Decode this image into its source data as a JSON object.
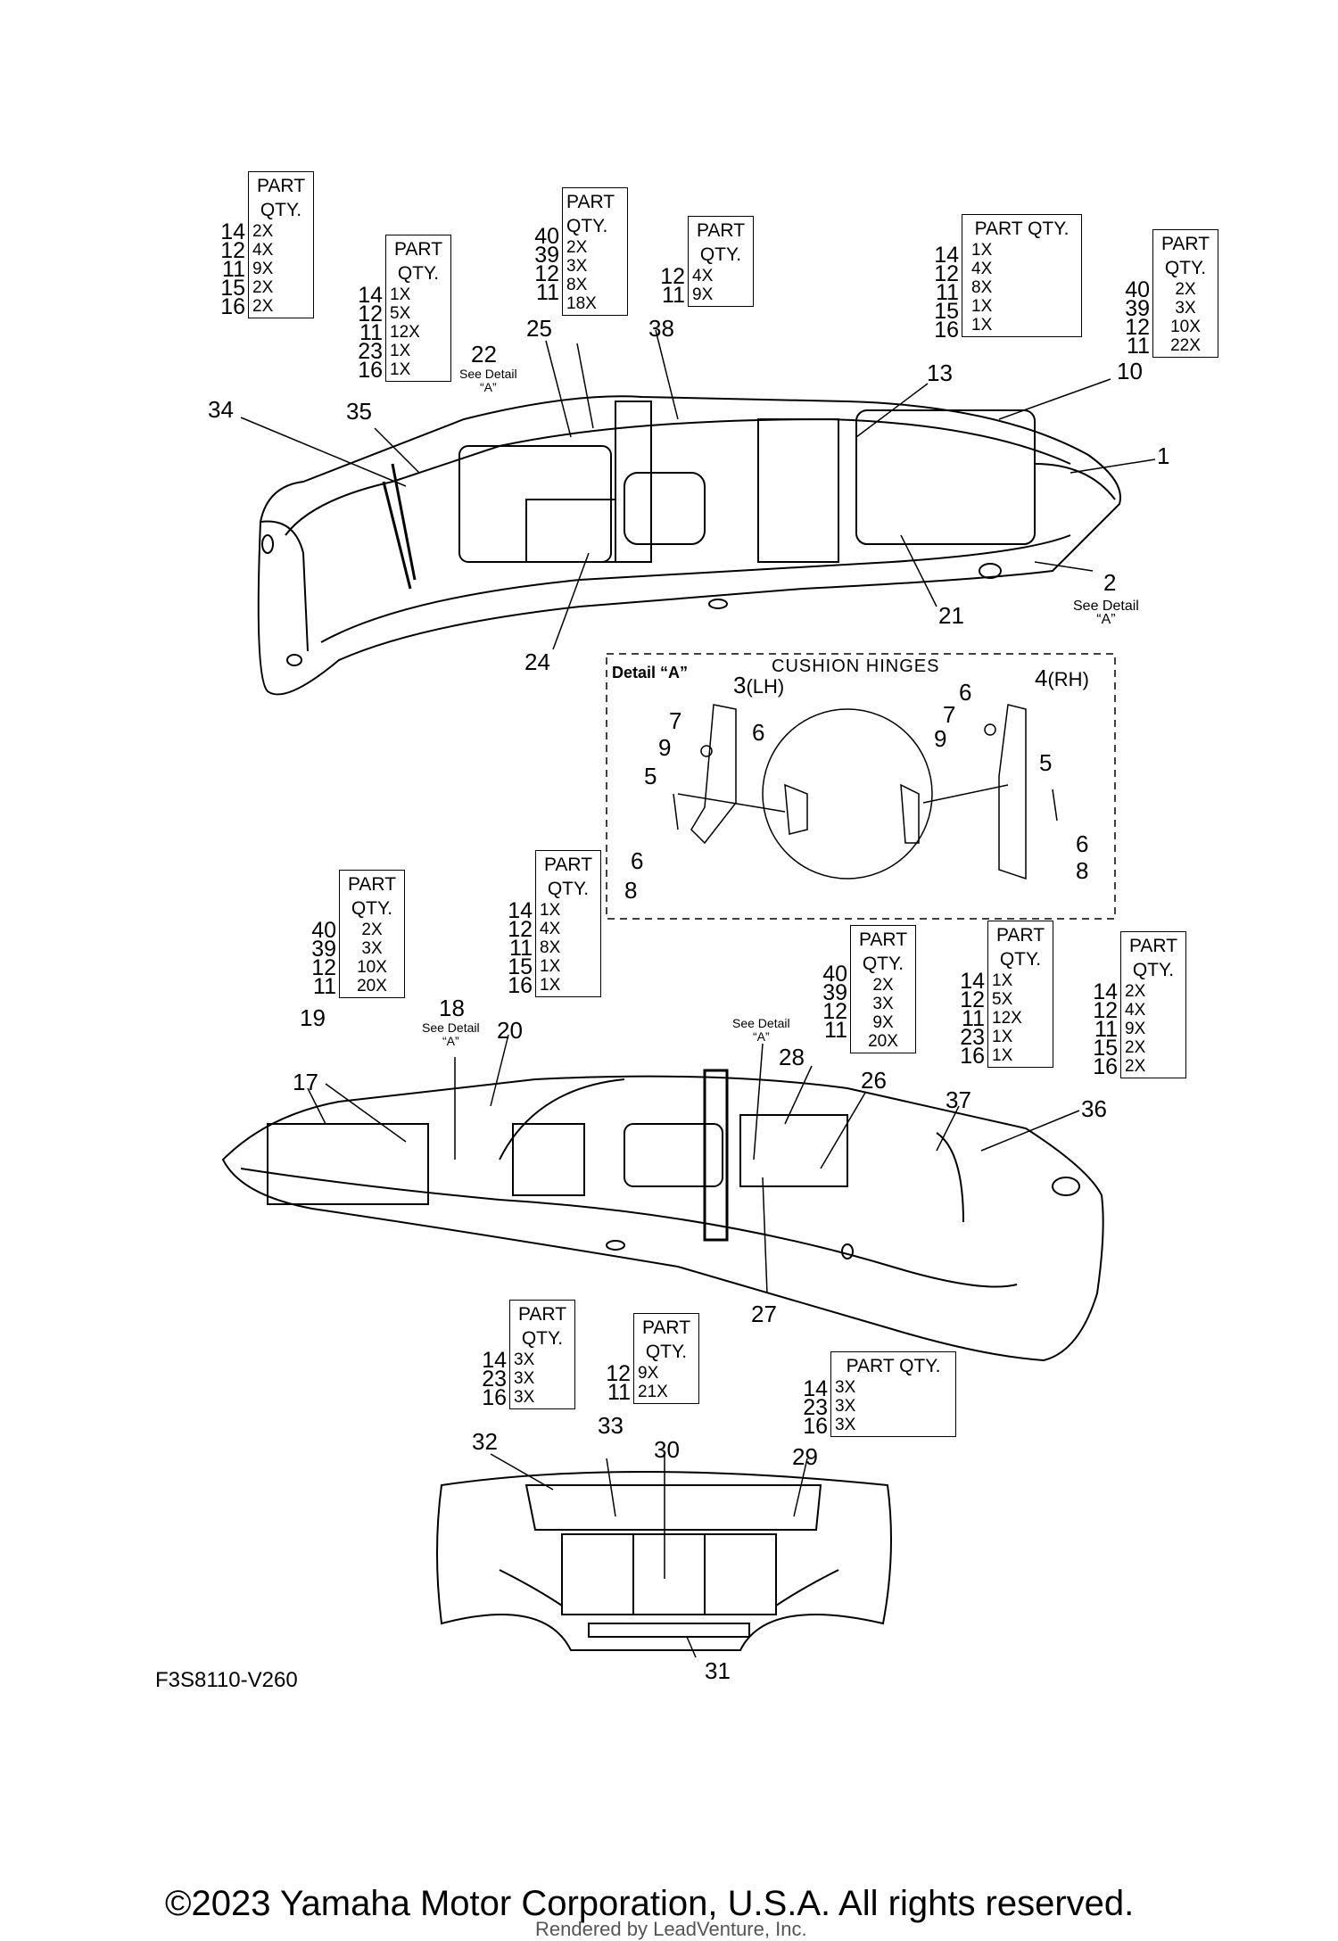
{
  "diagram_code": "F3S8110-V260",
  "copyright": "©2023 Yamaha Motor Corporation, U.S.A. All rights reserved.",
  "rendered_by": "Rendered by LeadVenture, Inc.",
  "detail_label": "Detail “A”",
  "cushion_hinges": "CUSHION HINGES",
  "see_detail": "See Detail",
  "see_detail_a": "“A”",
  "callouts": {
    "c1": "1",
    "c2": "2",
    "c3": "3",
    "c3s": "(LH)",
    "c4": "4",
    "c4s": "(RH)",
    "c5a": "5",
    "c5b": "5",
    "c6a": "6",
    "c6b": "6",
    "c6c": "6",
    "c6d": "6",
    "c7a": "7",
    "c7b": "7",
    "c8a": "8",
    "c8b": "8",
    "c9a": "9",
    "c9b": "9",
    "c10": "10",
    "c13": "13",
    "c17": "17",
    "c18": "18",
    "c19": "19",
    "c20": "20",
    "c21": "21",
    "c22": "22",
    "c24": "24",
    "c25": "25",
    "c26": "26",
    "c27": "27",
    "c28": "28",
    "c29": "29",
    "c30": "30",
    "c31": "31",
    "c32": "32",
    "c33": "33",
    "c34": "34",
    "c35": "35",
    "c36": "36",
    "c37": "37",
    "c38": "38"
  },
  "qty_tables": [
    {
      "head": [
        "PART",
        "QTY."
      ],
      "parts": [
        "14",
        "12",
        "11",
        "15",
        "16"
      ],
      "qty": [
        "2X",
        "4X",
        "9X",
        "2X",
        "2X"
      ]
    },
    {
      "head": [
        "PART",
        "QTY."
      ],
      "parts": [
        "14",
        "12",
        "11",
        "23",
        "16"
      ],
      "qty": [
        "1X",
        "5X",
        "12X",
        "1X",
        "1X"
      ]
    },
    {
      "head": [
        "PART",
        "QTY."
      ],
      "parts": [
        "40",
        "39",
        "12",
        "11"
      ],
      "qty": [
        "2X",
        "3X",
        "8X",
        "18X"
      ]
    },
    {
      "head": [
        "PART",
        "QTY."
      ],
      "parts": [
        "12",
        "11"
      ],
      "qty": [
        "4X",
        "9X"
      ]
    },
    {
      "head": [
        "PART QTY."
      ],
      "parts": [
        "14",
        "12",
        "11",
        "15",
        "16"
      ],
      "qty": [
        "1X",
        "4X",
        "8X",
        "1X",
        "1X"
      ]
    },
    {
      "head": [
        "PART",
        "QTY."
      ],
      "parts": [
        "40",
        "39",
        "12",
        "11"
      ],
      "qty": [
        "2X",
        "3X",
        "10X",
        "22X"
      ]
    },
    {
      "head": [
        "PART",
        "QTY."
      ],
      "parts": [
        "40",
        "39",
        "12",
        "11"
      ],
      "qty": [
        "2X",
        "3X",
        "10X",
        "20X"
      ]
    },
    {
      "head": [
        "PART",
        "QTY."
      ],
      "parts": [
        "14",
        "12",
        "11",
        "15",
        "16"
      ],
      "qty": [
        "1X",
        "4X",
        "8X",
        "1X",
        "1X"
      ]
    },
    {
      "head": [
        "PART",
        "QTY."
      ],
      "parts": [
        "40",
        "39",
        "12",
        "11"
      ],
      "qty": [
        "2X",
        "3X",
        "9X",
        "20X"
      ]
    },
    {
      "head": [
        "PART",
        "QTY."
      ],
      "parts": [
        "14",
        "12",
        "11",
        "23",
        "16"
      ],
      "qty": [
        "1X",
        "5X",
        "12X",
        "1X",
        "1X"
      ]
    },
    {
      "head": [
        "PART",
        "QTY."
      ],
      "parts": [
        "14",
        "12",
        "11",
        "15",
        "16"
      ],
      "qty": [
        "2X",
        "4X",
        "9X",
        "2X",
        "2X"
      ]
    },
    {
      "head": [
        "PART",
        "QTY."
      ],
      "parts": [
        "14",
        "23",
        "16"
      ],
      "qty": [
        "3X",
        "3X",
        "3X"
      ]
    },
    {
      "head": [
        "PART",
        "QTY."
      ],
      "parts": [
        "12",
        "11"
      ],
      "qty": [
        "9X",
        "21X"
      ]
    },
    {
      "head": [
        "PART QTY."
      ],
      "parts": [
        "14",
        "23",
        "16"
      ],
      "qty": [
        "3X",
        "3X",
        "3X"
      ]
    }
  ]
}
